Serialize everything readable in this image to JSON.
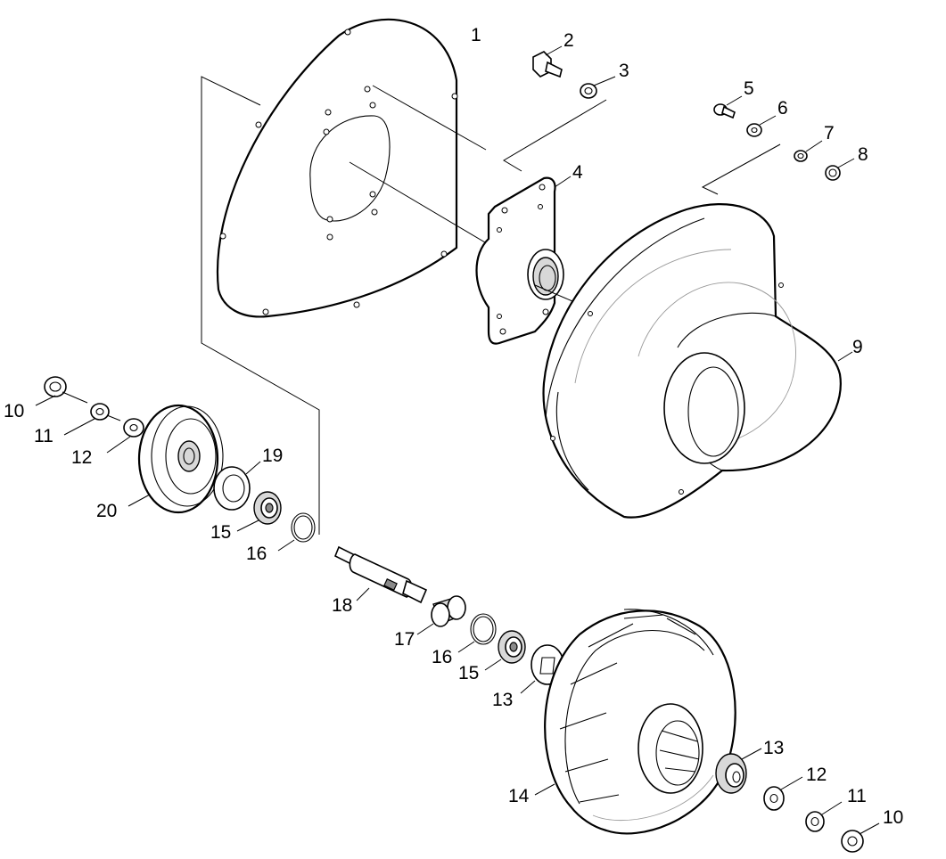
{
  "callouts": [
    {
      "id": "c1",
      "text": "1"
    },
    {
      "id": "c2",
      "text": "2"
    },
    {
      "id": "c3",
      "text": "3"
    },
    {
      "id": "c4",
      "text": "4"
    },
    {
      "id": "c5",
      "text": "5"
    },
    {
      "id": "c6",
      "text": "6"
    },
    {
      "id": "c7",
      "text": "7"
    },
    {
      "id": "c8",
      "text": "8"
    },
    {
      "id": "c9",
      "text": "9"
    },
    {
      "id": "c10a",
      "text": "10"
    },
    {
      "id": "c11a",
      "text": "11"
    },
    {
      "id": "c12a",
      "text": "12"
    },
    {
      "id": "c19",
      "text": "19"
    },
    {
      "id": "c20",
      "text": "20"
    },
    {
      "id": "c15a",
      "text": "15"
    },
    {
      "id": "c16a",
      "text": "16"
    },
    {
      "id": "c18",
      "text": "18"
    },
    {
      "id": "c17",
      "text": "17"
    },
    {
      "id": "c16b",
      "text": "16"
    },
    {
      "id": "c15b",
      "text": "15"
    },
    {
      "id": "c13a",
      "text": "13"
    },
    {
      "id": "c13b",
      "text": "13"
    },
    {
      "id": "c14",
      "text": "14"
    },
    {
      "id": "c12b",
      "text": "12"
    },
    {
      "id": "c11b",
      "text": "11"
    },
    {
      "id": "c10b",
      "text": "10"
    }
  ]
}
